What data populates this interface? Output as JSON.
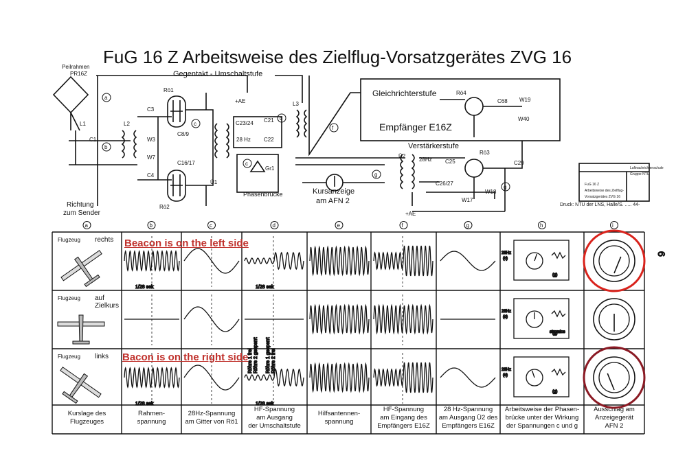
{
  "title": "FuG 16 Z  Arbeitsweise des Zielflug-Vorsatzgerätes  ZVG 16",
  "antenna_label": [
    "Peilrahmen",
    "PR16Z"
  ],
  "stage_label": "Gegentakt - Umschaltstufe",
  "schematic_labels": {
    "ro1": "Rö1",
    "ro2": "Rö2",
    "ro3": "Rö3",
    "ro4": "Rö4",
    "ae1": "+AE",
    "ae2": "+AE",
    "c3": "C3",
    "c4": "C4",
    "c1": "C1",
    "c8_9": "C8/9",
    "c16_17": "C16/17",
    "c23_24": "C23/24",
    "c21": "C21",
    "c22": "C22",
    "c25": "C25",
    "c26_27": "C26/27",
    "c29": "C29",
    "c68": "C68",
    "w3": "W3",
    "w7": "W7",
    "w17": "W17",
    "w18": "W18",
    "w19": "W19",
    "w40": "W40",
    "l1": "L1",
    "l2": "L2",
    "l3": "L3",
    "u1": "Ü1",
    "u2": "Ü2",
    "gr1": "Gr1",
    "hz28a": "28Hz",
    "hz28b": "28 Hz",
    "phasenbruecke": "Phasenbrücke",
    "gleichrichter": "Gleichrichterstufe",
    "empfaenger": "Empfänger E16Z",
    "verstaerker": "Verstärkerstufe",
    "kursanzeige": [
      "Kursanzeige",
      "am AFN 2"
    ],
    "druck": "Druck: NTU der LNS, Halle/S. ..... 44-",
    "richtung": [
      "Richtung",
      "zum Sender"
    ]
  },
  "stamp": [
    "Luftnachrichtenschule",
    "Gruppe NTU",
    "FuG 16 Z",
    "Arbeitsweise des Zielflug-",
    "Vorsatzgerätes ZVG 16"
  ],
  "column_letters": [
    "a",
    "b",
    "c",
    "d",
    "e",
    "f",
    "g",
    "h",
    "i"
  ],
  "rows": [
    {
      "label": "Flugzeug",
      "course": "rechts"
    },
    {
      "label": "Flugzeug",
      "course": "auf Zielkurs"
    },
    {
      "label": "Flugzeug",
      "course": "links"
    }
  ],
  "column_captions": [
    [
      "Kurslage des",
      "Flugzeuges"
    ],
    [
      "Rahmen-",
      "spannung"
    ],
    [
      "28Hz-Spannung",
      "am Gitter von Rö1"
    ],
    [
      "HF-Spannung",
      "am Ausgang",
      "der Umschaltstufe"
    ],
    [
      "Hilfsantennen-",
      "spannung"
    ],
    [
      "HF-Spannung",
      "am Eingang des",
      "Empfängers E16Z"
    ],
    [
      "28 Hz-Spannung",
      "am Ausgang Ü2 des",
      "Empfängers E16Z"
    ],
    [
      "Arbeitsweise der Phasen-",
      "brücke unter der Wirkung",
      "der Spannungen c und g"
    ],
    [
      "Ausschlag am",
      "Anzeigegerät",
      "AFN 2"
    ]
  ],
  "cell_notes": {
    "sek": "1/28 sek",
    "roehre_a": [
      "Röhre 1 frei",
      "Röhre 2 gesperrt"
    ],
    "roehre_b": [
      "Röhre 1 gesperrt",
      "Röhre 2 frei"
    ],
    "stromlos": "stromlos",
    "hz28": "28Hz",
    "c_label": "(c)",
    "g_label": "(g)"
  },
  "annotations": {
    "top": "Beacon is on the left side",
    "bottom": "Bacon is on the right side"
  },
  "side_digit": "6",
  "colors": {
    "annotation_text": "#c0312c",
    "circle_top": "#d9231c",
    "circle_bottom": "#8b1a24",
    "ink": "#111111"
  }
}
